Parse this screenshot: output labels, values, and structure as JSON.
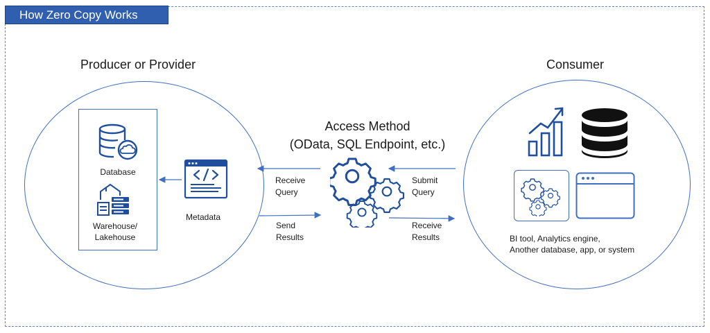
{
  "title": "How Zero Copy Works",
  "producer": {
    "heading": "Producer or Provider",
    "database_label": "Database",
    "warehouse_label_line1": "Warehouse/",
    "warehouse_label_line2": "Lakehouse",
    "metadata_label": "Metadata"
  },
  "access": {
    "line1": "Access Method",
    "line2": "(OData, SQL Endpoint, etc.)"
  },
  "flows": {
    "receive_query_1": "Receive",
    "receive_query_2": "Query",
    "send_results_1": "Send",
    "send_results_2": "Results",
    "submit_query_1": "Submit",
    "submit_query_2": "Query",
    "receive_results_1": "Receive",
    "receive_results_2": "Results"
  },
  "consumer": {
    "heading": "Consumer",
    "desc_line1": "BI tool, Analytics engine,",
    "desc_line2": "Another database, app, or system"
  },
  "colors": {
    "accent": "#2f5fae",
    "line": "#3f6fc0",
    "icon_dark": "#1f4f9c",
    "black": "#111111"
  },
  "icons": [
    "database-cloud-icon",
    "warehouse-icon",
    "code-window-icon",
    "gears-icon",
    "bar-chart-icon",
    "database-icon",
    "small-gears-icon",
    "browser-window-icon"
  ]
}
